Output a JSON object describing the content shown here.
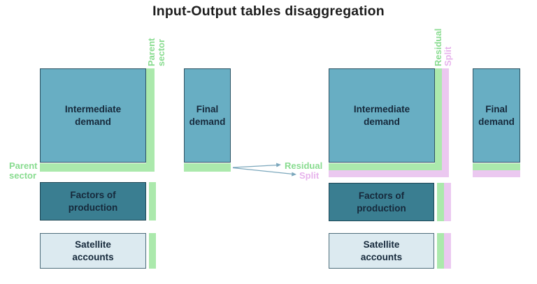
{
  "title": "Input-Output tables disaggregation",
  "colors": {
    "teal": "#68AEC3",
    "teal_border": "#2F5363",
    "teal_dark": "#3A7E91",
    "teal_dark_border": "#1E4756",
    "light_blue": "#DCEAF0",
    "light_blue_border": "#4E6E7B",
    "green": "#ABE9AC",
    "green_text": "#89DC90",
    "pink": "#EBC8F0",
    "pink_text": "#E7B3EC",
    "arrow": "#7BA7BC",
    "ink": "#16293B",
    "title_ink": "#1D1D1D"
  },
  "left_group": {
    "col_label": [
      "Parent",
      "sector"
    ],
    "row_label": [
      "Parent",
      "sector"
    ],
    "intermediate_demand": [
      "Intermediate",
      "demand"
    ],
    "final_demand": [
      "Final",
      "demand"
    ],
    "factors_of_production": [
      "Factors of",
      "production"
    ],
    "satellite_accounts": [
      "Satellite",
      "accounts"
    ]
  },
  "middle": {
    "residual_label": "Residual",
    "split_label": "Split"
  },
  "right_group": {
    "residual_col_label": "Residual",
    "split_col_label": "Split",
    "intermediate_demand": [
      "Intermediate",
      "demand"
    ],
    "final_demand": [
      "Final",
      "demand"
    ],
    "factors_of_production": [
      "Factors of",
      "production"
    ],
    "satellite_accounts": [
      "Satellite",
      "accounts"
    ]
  }
}
